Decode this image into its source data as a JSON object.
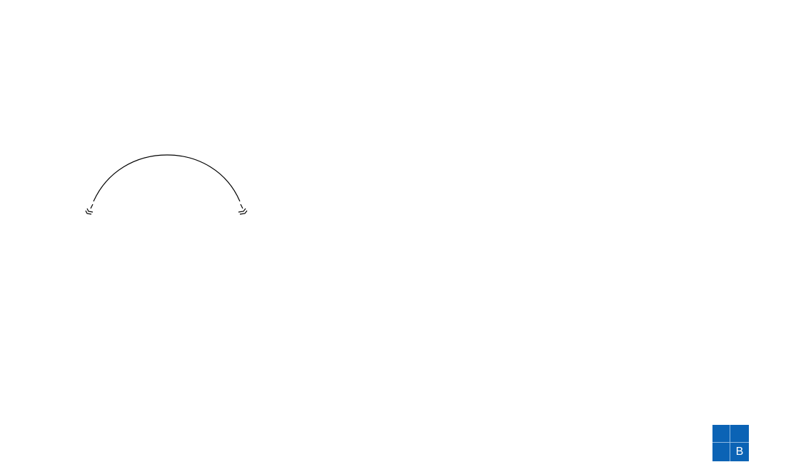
{
  "diagram": {
    "connections": [
      {
        "id": "arc-connection",
        "type": "curved-arrow",
        "ends": [
          "double-chevron",
          "double-chevron"
        ],
        "color": "#000000"
      }
    ]
  },
  "logo": {
    "letter": "B",
    "color": "#0b63b5"
  }
}
